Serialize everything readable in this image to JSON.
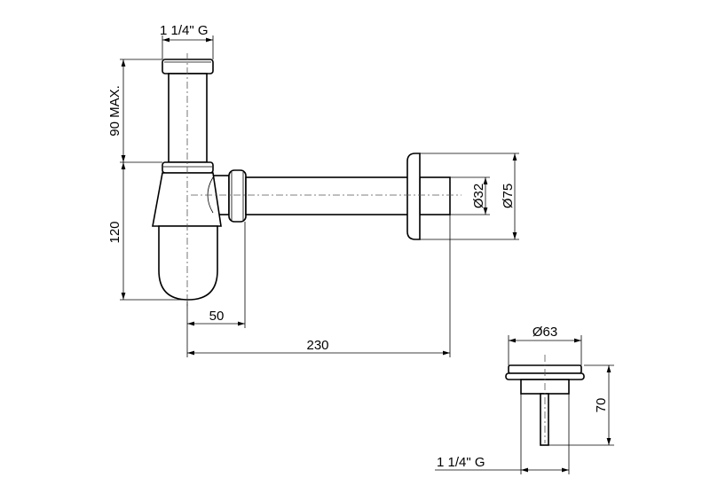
{
  "title": "Bottle trap and drain valve dimension drawing",
  "trap": {
    "thread_label": "1 1/4\" G",
    "height_max_label": "90  MAX.",
    "height_label": "120",
    "offset_label": "50",
    "length_label": "230",
    "pipe_diameter_label": "Ø32",
    "rosette_diameter_label": "Ø75"
  },
  "valve": {
    "diameter_label": "Ø63",
    "height_label": "70",
    "thread_label": "1 1/4\" G"
  },
  "colors": {
    "line": "#000000",
    "background": "#ffffff"
  }
}
